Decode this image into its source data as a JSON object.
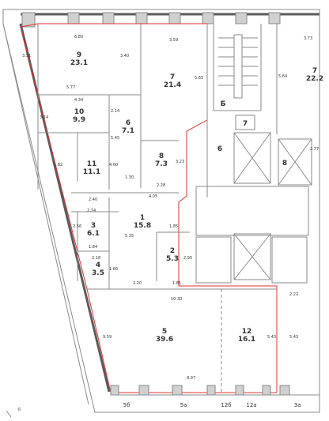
{
  "rooms": [
    {
      "id": "r9",
      "number": "9",
      "area": "23.1"
    },
    {
      "id": "r7a",
      "number": "7",
      "area": "21.4"
    },
    {
      "id": "r10",
      "number": "10",
      "area": "9.9"
    },
    {
      "id": "r6a",
      "number": "6",
      "area": "7.1"
    },
    {
      "id": "r11",
      "number": "11",
      "area": "11.1"
    },
    {
      "id": "r8a",
      "number": "8",
      "area": "7.3"
    },
    {
      "id": "r1",
      "number": "1",
      "area": "15.8"
    },
    {
      "id": "r3",
      "number": "3",
      "area": "6.1"
    },
    {
      "id": "r2",
      "number": "2",
      "area": "5.3"
    },
    {
      "id": "r4",
      "number": "4",
      "area": "3.5"
    },
    {
      "id": "r5",
      "number": "5",
      "area": "39.6"
    },
    {
      "id": "r12",
      "number": "12",
      "area": "16.1"
    },
    {
      "id": "r7b",
      "number": "7",
      "area": "22.2"
    }
  ],
  "labels": {
    "b_cyr": "Б",
    "seven_box": "7",
    "six_stair": "6",
    "eight_lift": "8",
    "watermark": "©"
  },
  "windows": [
    "5б",
    "5а",
    "12б",
    "12а",
    "3а"
  ],
  "dimensions": [
    "6.80",
    "3.59",
    "3.73",
    "3.51",
    "3.40",
    "5.65",
    "5.64",
    "5.77",
    "4.34",
    "3.14",
    "2.14",
    "5.45",
    "1.82",
    "4.00",
    "1.30",
    "3.23",
    "2.28",
    "4.05",
    "2.40",
    "2.74",
    "2.56",
    "1.84",
    "2.18",
    "5.35",
    "1.85",
    "2.95",
    "1.66",
    "2.20",
    "1.81",
    "10.30",
    "2.22",
    "9.59",
    "5.43",
    "5.43",
    "8.97",
    "2.77"
  ]
}
